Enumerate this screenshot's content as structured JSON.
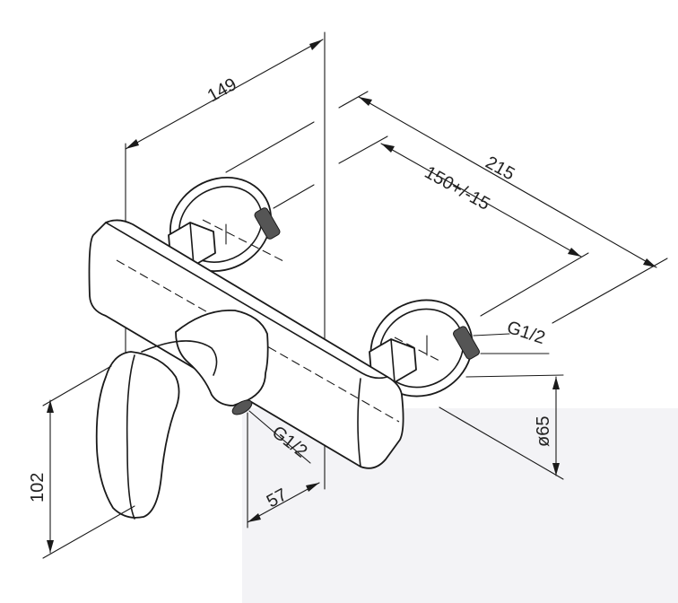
{
  "dimensions": {
    "width_149": "149",
    "length_215": "215",
    "spacing": "150+/-15",
    "thread_right": "G1/2",
    "thread_bottom": "G1/2",
    "height_102": "102",
    "diameter_65": "ø65",
    "offset_57": "57"
  }
}
